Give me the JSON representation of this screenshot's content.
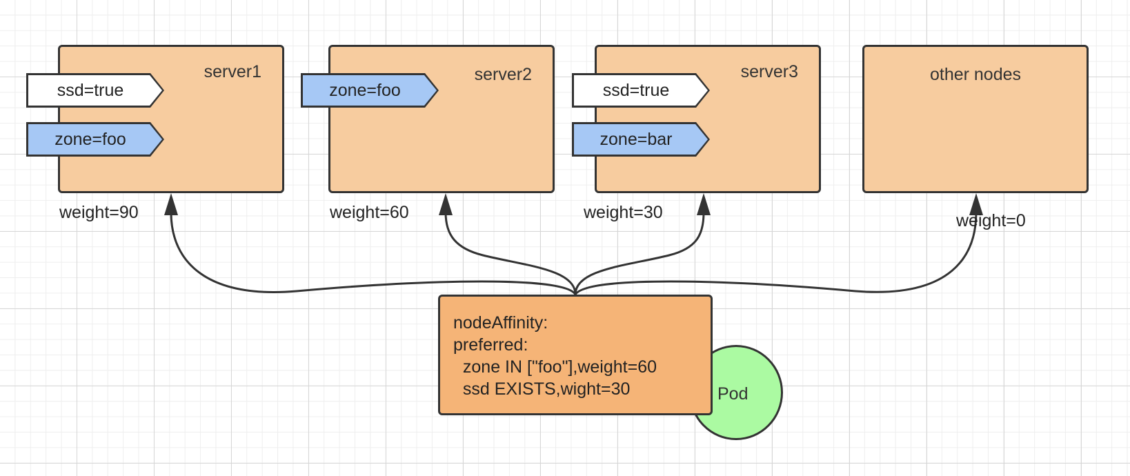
{
  "servers": [
    {
      "title": "server1",
      "weight": "weight=90",
      "tags": [
        {
          "text": "ssd=true",
          "color": "#ffffff"
        },
        {
          "text": "zone=foo",
          "color": "#a6c8f5"
        }
      ]
    },
    {
      "title": "server2",
      "weight": "weight=60",
      "tags": [
        {
          "text": "zone=foo",
          "color": "#a6c8f5"
        }
      ]
    },
    {
      "title": "server3",
      "weight": "weight=30",
      "tags": [
        {
          "text": "ssd=true",
          "color": "#ffffff"
        },
        {
          "text": "zone=bar",
          "color": "#a6c8f5"
        }
      ]
    },
    {
      "title": "other nodes",
      "weight": "weight=0",
      "tags": []
    }
  ],
  "pod": {
    "label": "Pod",
    "color": "#abfaa2",
    "affinity_lines": [
      "nodeAffinity:",
      "preferred:",
      "  zone IN [\"foo\"],weight=60",
      "  ssd EXISTS,wight=30"
    ]
  },
  "colors": {
    "server_fill": "#f7cc9f",
    "affinity_fill": "#f5b477",
    "zone_tag": "#a6c8f5",
    "outline": "#333333"
  }
}
